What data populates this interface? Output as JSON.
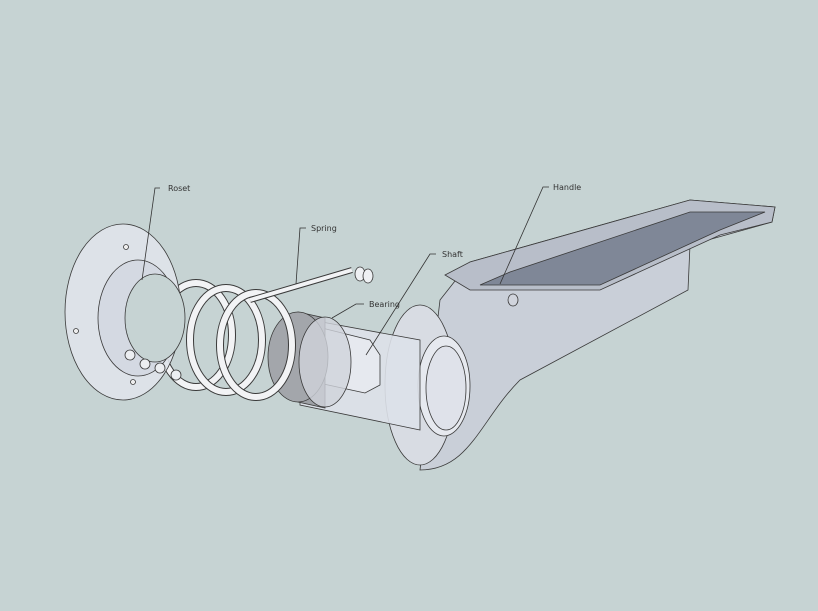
{
  "diagram": {
    "labels": {
      "roset": "Roset",
      "spring": "Spring",
      "shaft": "Shaft",
      "bearing": "Bearing",
      "handle": "Handle"
    },
    "colors": {
      "background": "#c6d3d3",
      "part_fill": "#e4e8ee",
      "handle_top": "#7f8797"
    }
  }
}
